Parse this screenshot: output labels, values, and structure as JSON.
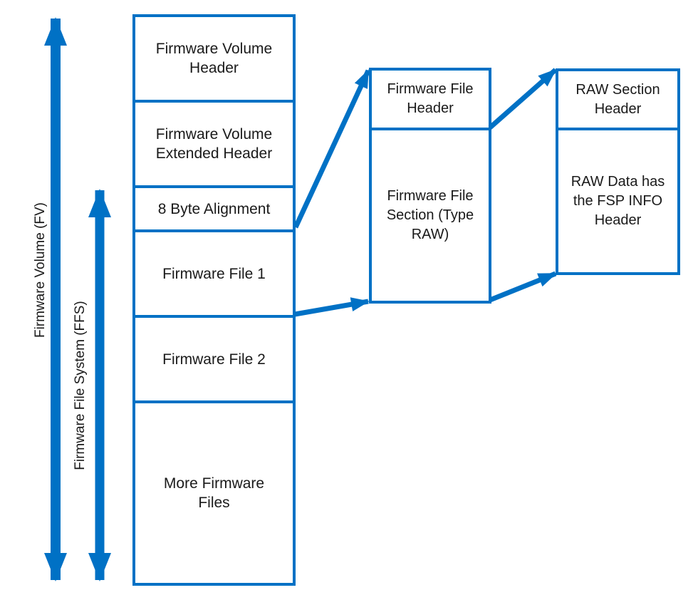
{
  "colors": {
    "accent": "#0071C5",
    "text": "#1A1A1A",
    "background": "#FFFFFF"
  },
  "diagram": {
    "fv_range_label": "Firmware Volume (FV)",
    "ffs_range_label": "Firmware File System (FFS)",
    "fv_column": {
      "blocks": [
        {
          "label": "Firmware Volume Header"
        },
        {
          "label": "Firmware Volume Extended Header"
        },
        {
          "label": "8 Byte Alignment"
        },
        {
          "label": "Firmware File 1"
        },
        {
          "label": "Firmware File 2"
        },
        {
          "label": "More Firmware Files"
        }
      ]
    },
    "file_column": {
      "blocks": [
        {
          "label": "Firmware File Header"
        },
        {
          "label": "Firmware File Section (Type RAW)"
        }
      ]
    },
    "raw_column": {
      "blocks": [
        {
          "label": "RAW Section Header"
        },
        {
          "label": "RAW Data has the FSP INFO Header"
        }
      ]
    }
  }
}
